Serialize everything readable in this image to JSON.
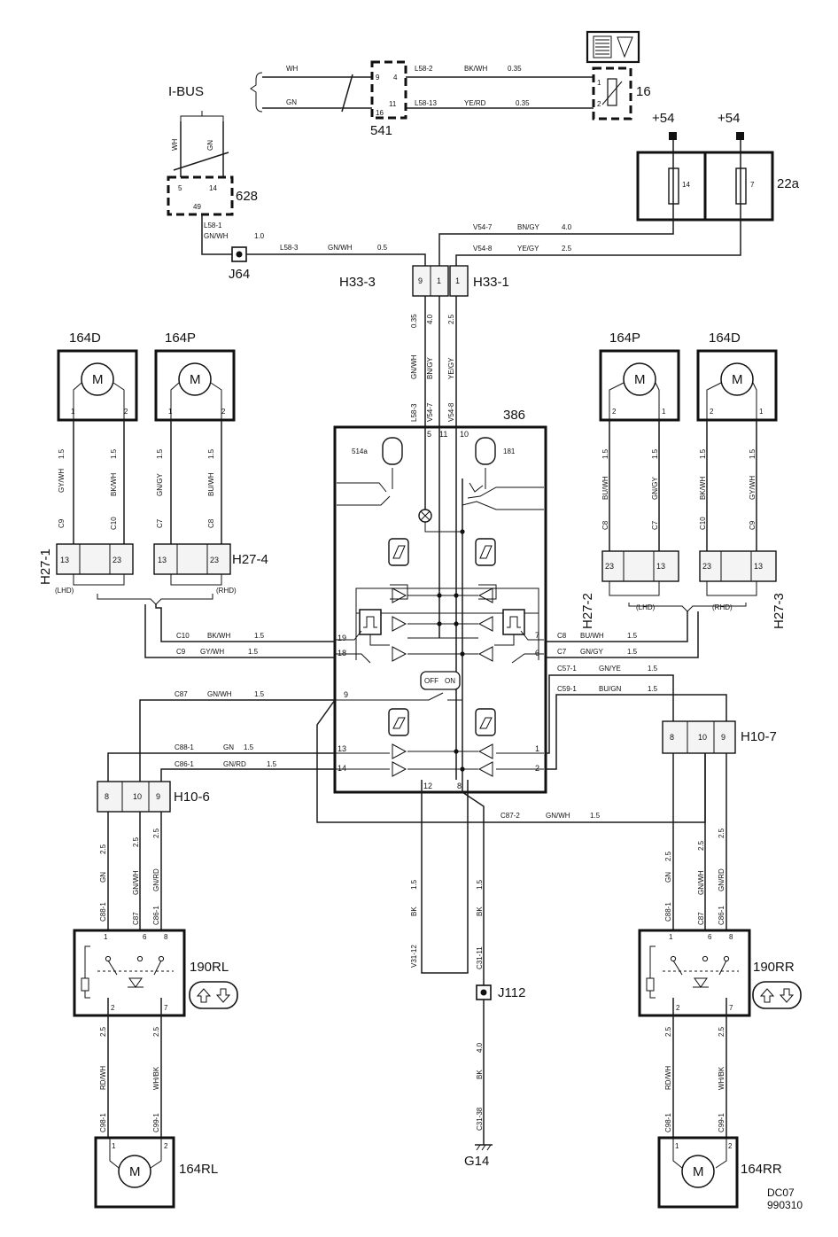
{
  "components": {
    "ibus": "I-BUS",
    "c541": "541",
    "c16": "16",
    "c628": "628",
    "c22a": "22a",
    "plus54a": "+54",
    "plus54b": "+54",
    "fuse14": "14",
    "fuse7": "7",
    "j64": "J64",
    "h33_3": "H33-3",
    "h33_1": "H33-1",
    "c386": "386",
    "m164D_l": "164D",
    "m164P_l": "164P",
    "m164P_r": "164P",
    "m164D_r": "164D",
    "h27_1": "H27-1",
    "h27_4": "H27-4",
    "h27_2": "H27-2",
    "h27_3": "H27-3",
    "lhd_l": "(LHD)",
    "rhd_l": "(RHD)",
    "lhd_r": "(LHD)",
    "rhd_r": "(RHD)",
    "h10_6": "H10-6",
    "h10_7": "H10-7",
    "s190RL": "190RL",
    "s190RR": "190RR",
    "m164RL": "164RL",
    "m164RR": "164RR",
    "j112": "J112",
    "g14": "G14",
    "code": "DC07",
    "date": "990310",
    "motor": "M",
    "sw514a": "514a",
    "sw181": "181",
    "off": "OFF",
    "on": "ON"
  },
  "wires": {
    "top_wh": "WH",
    "top_gn": "GN",
    "l58_2": "L58-2",
    "bkwh": "BK/WH",
    "v035a": "0.35",
    "l58_13": "L58-13",
    "yerd": "YE/RD",
    "v035b": "0.35",
    "ibus_wh": "WH",
    "ibus_gn": "GN",
    "l58_1": "L58-1",
    "gnwh_a": "GN/WH",
    "v10": "1.0",
    "l58_3": "L58-3",
    "gnwh_b": "GN/WH",
    "v05": "0.5",
    "v54_7": "V54-7",
    "bngy": "BN/GY",
    "v40": "4.0",
    "v54_8": "V54-8",
    "yegy": "YE/GY",
    "v25": "2.5",
    "vc_035": "0.35",
    "vc_40": "4.0",
    "vc_25": "2.5",
    "vc_gnwh": "GN/WH",
    "vc_bngy": "BN/GY",
    "vc_yegy": "YE/GY",
    "vc_l58_3": "L58-3",
    "vc_v54_7": "V54-7",
    "vc_v54_8": "V54-8",
    "c10_bkwh": "C10",
    "c10_bkwh_c": "BK/WH",
    "c10_bkwh_v": "1.5",
    "c9_gywh": "C9",
    "c9_gywh_c": "GY/WH",
    "c9_gywh_v": "1.5",
    "c8_buwh": "C8",
    "c8_buwh_c": "BU/WH",
    "c8_buwh_v": "1.5",
    "c7_gngy": "C7",
    "c7_gngy_c": "GN/GY",
    "c7_gngy_v": "1.5",
    "c57_1": "C57-1",
    "c57_c": "GN/YE",
    "c57_v": "1.5",
    "c59_1": "C59-1",
    "c59_c": "BU/GN",
    "c59_v": "1.5",
    "c87": "C87",
    "c87_c": "GN/WH",
    "c87_v": "1.5",
    "c88_1": "C88-1",
    "c88_c": "GN",
    "c88_v": "1.5",
    "c86_1": "C86-1",
    "c86_c": "GN/RD",
    "c86_v": "1.5",
    "c87_2": "C87-2",
    "c87_2_c": "GN/WH",
    "c87_2_v": "1.5",
    "v31_12": "V31-12",
    "bk_a": "BK",
    "v15a": "1.5",
    "c31_11": "C31-11",
    "bk_b": "BK",
    "v15b": "1.5",
    "c31_38": "C31-38",
    "bk_c": "BK",
    "v40c": "4.0",
    "rl_gn": "GN",
    "rl_gnwh": "GN/WH",
    "rl_gnrd": "GN/RD",
    "rl_25a": "2.5",
    "rl_25b": "2.5",
    "rl_25c": "2.5",
    "rl_c88": "C88-1",
    "rl_c87": "C87",
    "rl_c86": "C86-1",
    "rl_rdwh": "RD/WH",
    "rl_whbk": "WH/BK",
    "rl_25d": "2.5",
    "rl_25e": "2.5",
    "rl_c98": "C98-1",
    "rl_c99": "C99-1",
    "rr_gn": "GN",
    "rr_gnwh": "GN/WH",
    "rr_gnrd": "GN/RD",
    "rr_25a": "2.5",
    "rr_25b": "2.5",
    "rr_25c": "2.5",
    "rr_c88": "C88-1",
    "rr_c87": "C87",
    "rr_c86": "C86-1",
    "rr_rdwh": "RD/WH",
    "rr_whbk": "WH/BK",
    "rr_25d": "2.5",
    "rr_25e": "2.5",
    "rr_c98": "C98-1",
    "rr_c99": "C99-1",
    "ml_gywh": "GY/WH",
    "ml_bkwh": "BK/WH",
    "ml_15a": "1.5",
    "ml_15b": "1.5",
    "ml_c9": "C9",
    "ml_c10": "C10",
    "mp_gngy": "GN/GY",
    "mp_buwh": "BU/WH",
    "mp_15a": "1.5",
    "mp_15b": "1.5",
    "mp_c7": "C7",
    "mp_c8": "C8",
    "rp_buwh": "BU/WH",
    "rp_gngy": "GN/GY",
    "rp_15a": "1.5",
    "rp_15b": "1.5",
    "rp_c8": "C8",
    "rp_c7": "C7",
    "rd_bkwh": "BK/WH",
    "rd_gywh": "GY/WH",
    "rd_15a": "1.5",
    "rd_15b": "1.5",
    "rd_c10": "C10",
    "rd_c9": "C9"
  },
  "pins": {
    "p9": "9",
    "p4": "4",
    "p11": "11",
    "p16": "16",
    "p16_1": "1",
    "p16_2": "2",
    "p628_5": "5",
    "p628_14": "14",
    "p628_49": "49",
    "h33_9": "9",
    "h33_1a": "1",
    "h33_1b": "1",
    "m_1": "1",
    "m_2": "2",
    "h27_13": "13",
    "h27_23": "23",
    "s386_5": "5",
    "s386_11": "11",
    "s386_10": "10",
    "s386_19": "19",
    "s386_18": "18",
    "s386_9": "9",
    "s386_13": "13",
    "s386_14": "14",
    "s386_7": "7",
    "s386_6": "6",
    "s386_1": "1",
    "s386_2": "2",
    "s386_12": "12",
    "s386_8": "8",
    "h10_8": "8",
    "h10_10": "10",
    "h10_9": "9",
    "sw_1": "1",
    "sw_6": "6",
    "sw_8": "8",
    "sw_2": "2",
    "sw_7": "7"
  }
}
